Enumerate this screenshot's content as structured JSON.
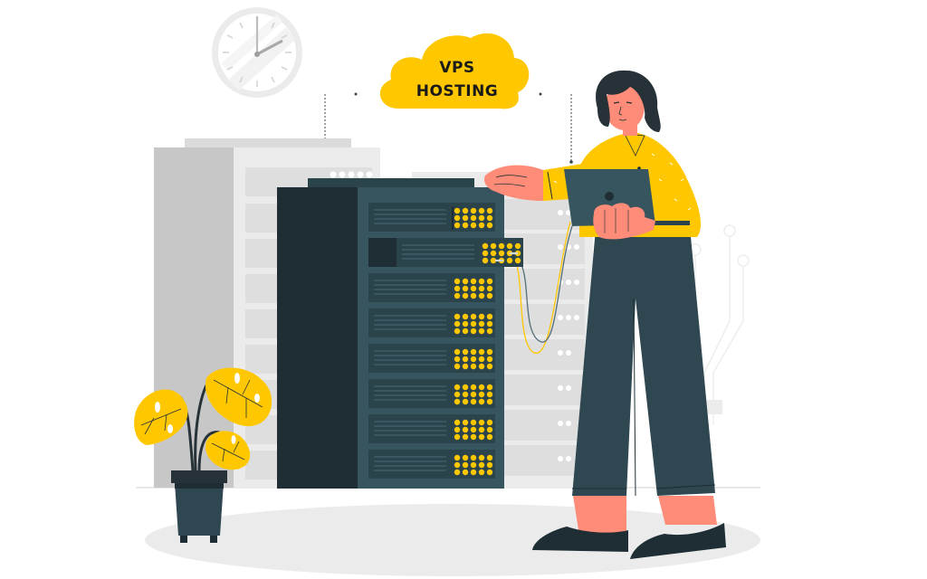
{
  "illustration": {
    "title": "VPS Hosting",
    "cloud": {
      "line1": "VPS",
      "line2": "HOSTING"
    },
    "colors": {
      "accent_yellow": "#FFC700",
      "dark_teal": "#263238",
      "rack_teal": "#37555F",
      "rack_dark": "#1E2E34",
      "skin": "#FF8C78",
      "light_gray": "#EBEBEB",
      "mid_gray": "#C7C7C7",
      "floor": "#EBEBEB"
    },
    "elements": [
      "wall-clock",
      "vps-hosting-cloud",
      "background-server-rack",
      "foreground-server-rack",
      "woman-with-tablet",
      "potted-monstera-plant",
      "circuit-lines",
      "network-cable"
    ],
    "clock": {
      "hour_hand": "2",
      "minute_hand": "12"
    }
  }
}
